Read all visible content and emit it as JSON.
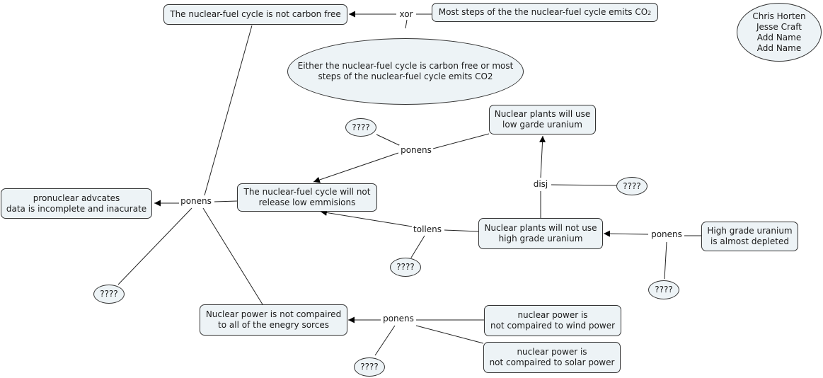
{
  "concepts": {
    "not_carbon_free": "The nuclear-fuel cycle is not carbon free",
    "most_steps_emit": "Most steps of the the nuclear-fuel cycle emits CO",
    "most_steps_emit_sub": "2",
    "either_or": [
      "Either the nuclear-fuel cycle is carbon free or most",
      "steps of the nuclear-fuel cycle emits CO2"
    ],
    "authors": [
      "Chris Horten",
      "Jesse Craft",
      "Add Name",
      "Add Name"
    ],
    "low_grade": [
      "Nuclear plants will use",
      "low garde uranium"
    ],
    "not_release_low": [
      "The nuclear-fuel cycle will not",
      "release low emmisions"
    ],
    "pronuclear": [
      "pronuclear advcates",
      "data is incomplete and inacurate"
    ],
    "not_high_grade": [
      "Nuclear plants will not use",
      "high grade uranium"
    ],
    "high_grade_depleted": [
      "High grade uranium",
      "is almost depleted"
    ],
    "not_compared_all": [
      "Nuclear power is not compaired",
      "to all of the enegry sorces"
    ],
    "not_compared_wind": [
      "nuclear power is",
      "not compaired to wind power"
    ],
    "not_compared_solar": [
      "nuclear power is",
      "not compaired to solar power"
    ],
    "unknown": "????"
  },
  "links": {
    "xor": "xor",
    "ponens_top": "ponens",
    "ponens_left": "ponens",
    "disj": "disj",
    "tollens": "tollens",
    "ponens_right": "ponens",
    "ponens_bottom": "ponens"
  }
}
